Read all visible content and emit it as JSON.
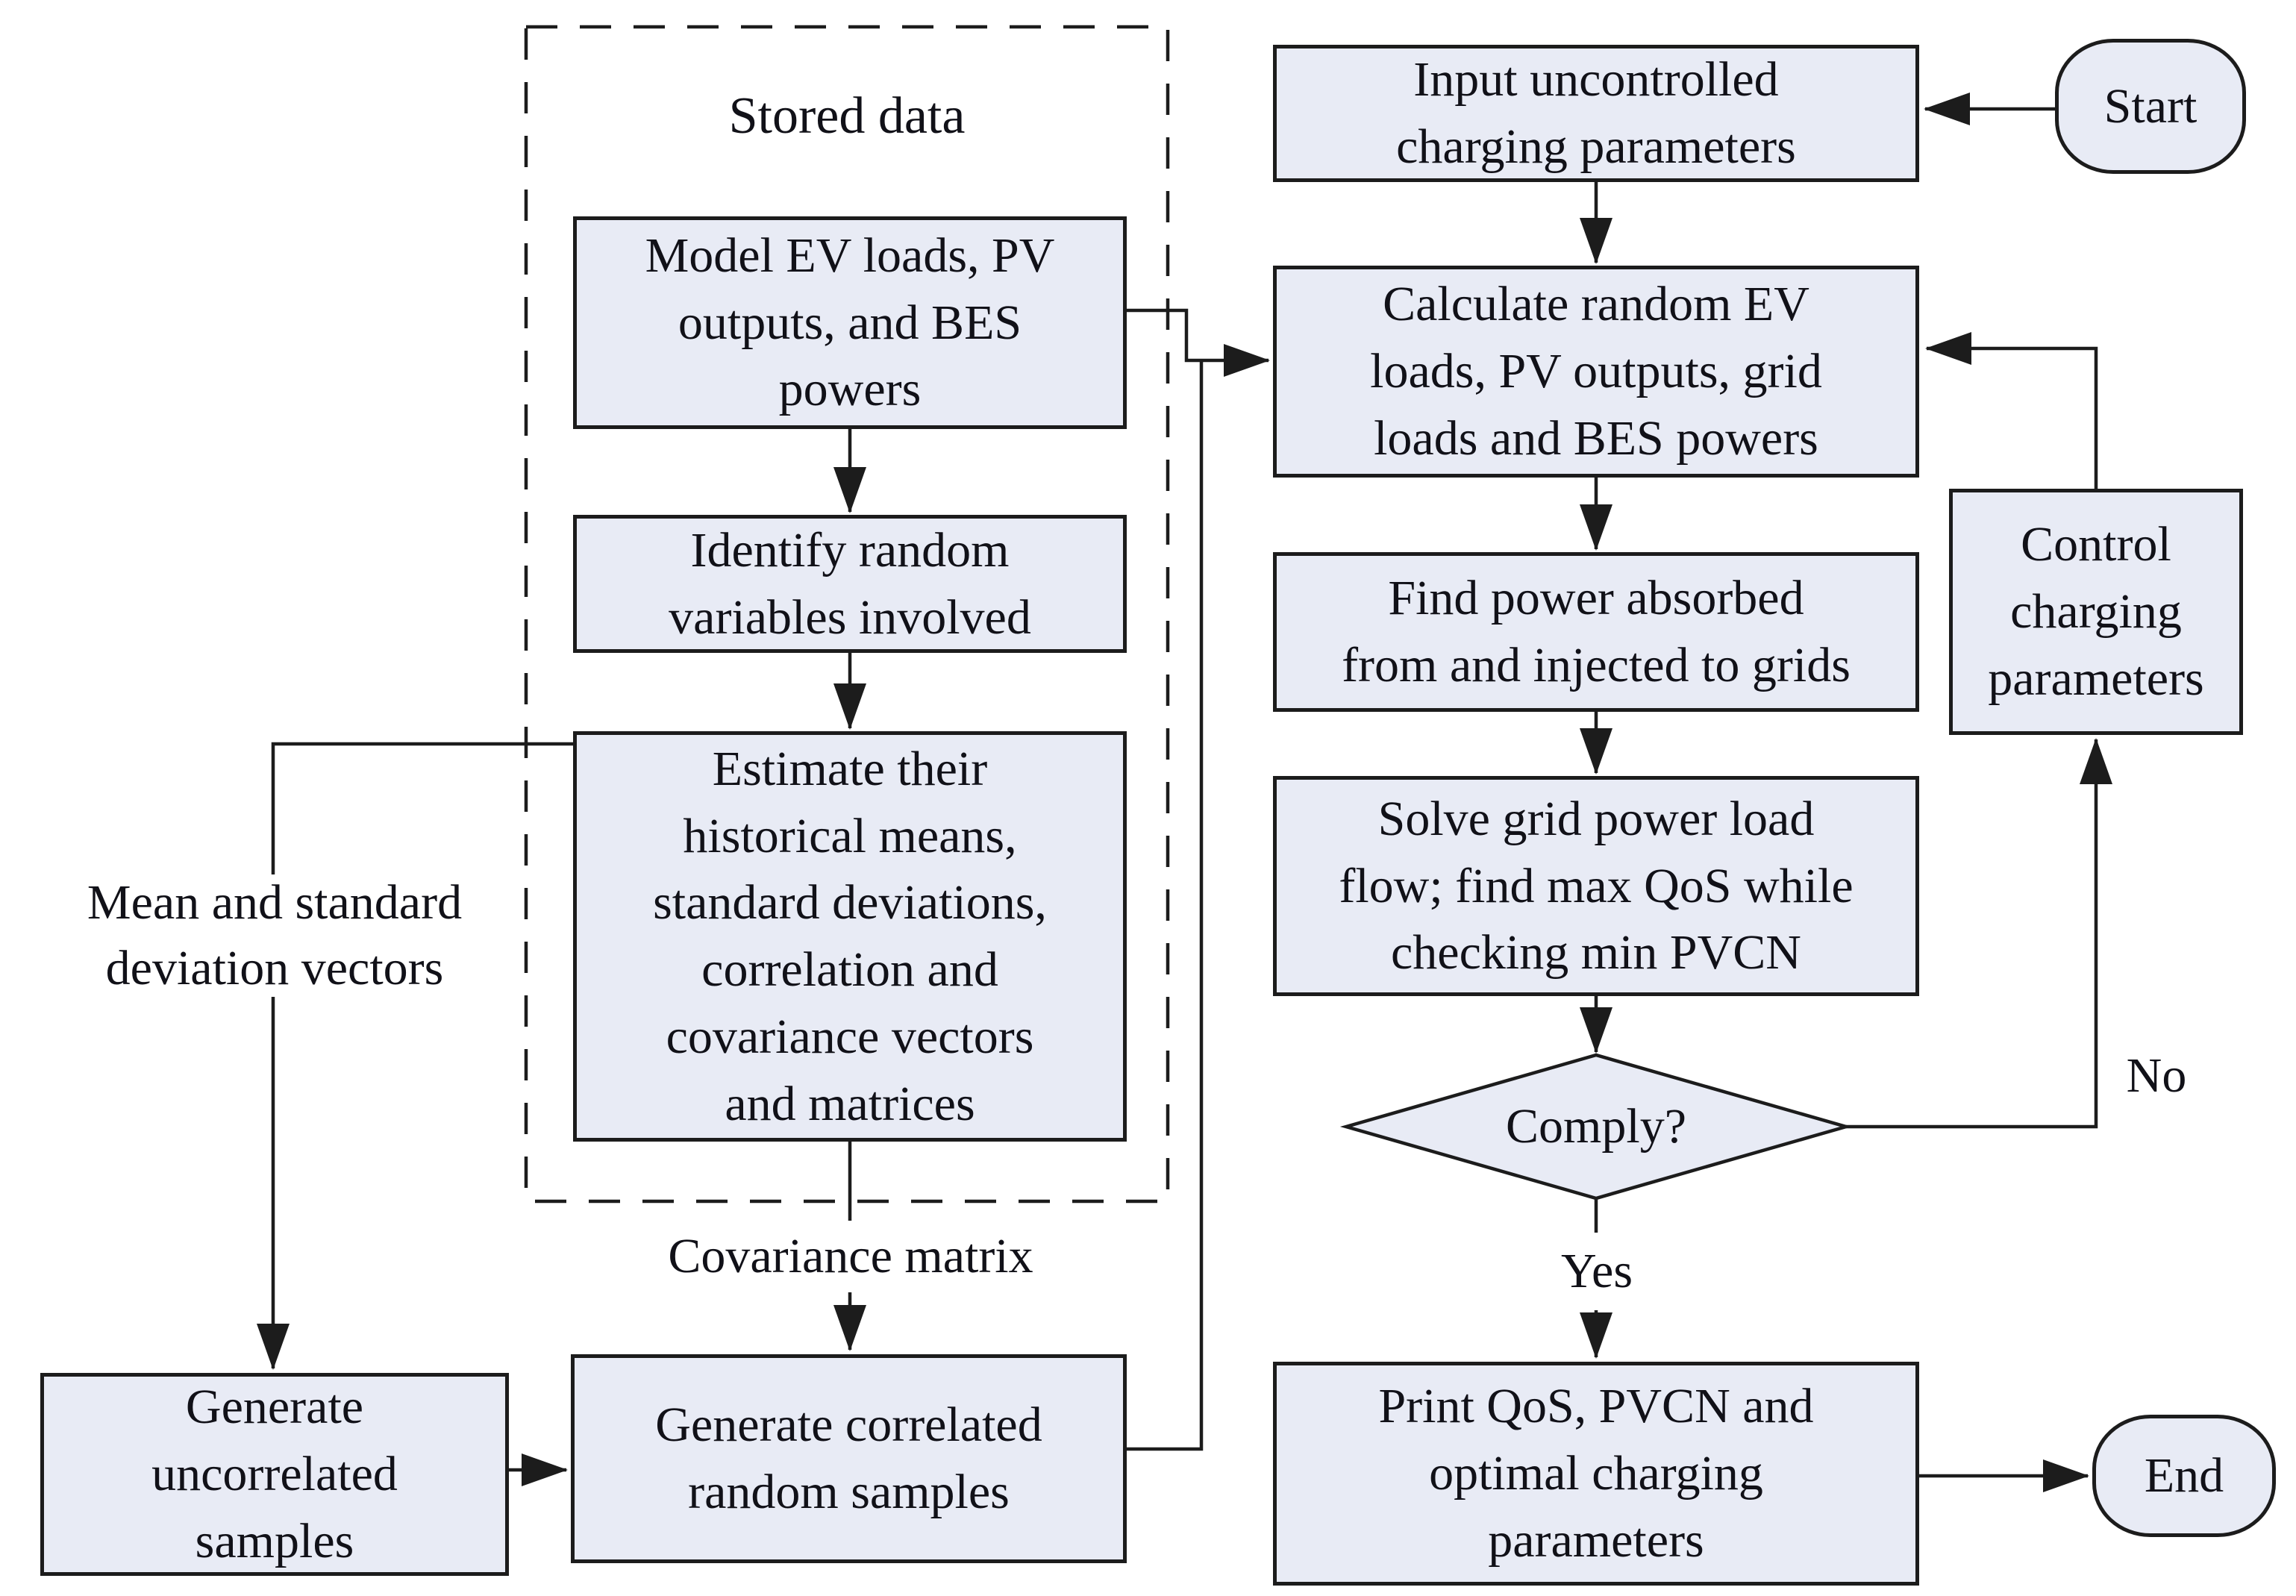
{
  "stored_group": {
    "title": "Stored data"
  },
  "nodes": {
    "start": {
      "label": "Start"
    },
    "input": {
      "label": "Input uncontrolled\ncharging parameters"
    },
    "calculate": {
      "label": "Calculate random EV\nloads, PV outputs, grid\nloads and BES powers"
    },
    "find": {
      "label": "Find power absorbed\nfrom and injected to grids"
    },
    "solve": {
      "label": "Solve grid power load\nflow; find max QoS while\nchecking min PVCN"
    },
    "comply": {
      "label": "Comply?"
    },
    "control": {
      "label": "Control\ncharging\nparameters"
    },
    "print": {
      "label": "Print QoS, PVCN and\noptimal charging\nparameters"
    },
    "end": {
      "label": "End"
    },
    "model": {
      "label": "Model EV loads, PV\noutputs, and BES\npowers"
    },
    "identify": {
      "label": "Identify random\nvariables involved"
    },
    "estimate": {
      "label": "Estimate their\nhistorical means,\nstandard deviations,\ncorrelation and\ncovariance vectors\nand matrices"
    },
    "gen_uncorrelated": {
      "label": "Generate\nuncorrelated\nsamples"
    },
    "gen_correlated": {
      "label": "Generate correlated\nrandom samples"
    }
  },
  "edge_labels": {
    "no": "No",
    "yes": "Yes",
    "covariance": "Covariance matrix",
    "mean_std": "Mean and standard\ndeviation vectors"
  },
  "colors": {
    "node_fill": "#e8ebf5",
    "node_border": "#1c1c1c",
    "wire": "#1c1c1c",
    "text": "#111118",
    "background": "#ffffff"
  }
}
